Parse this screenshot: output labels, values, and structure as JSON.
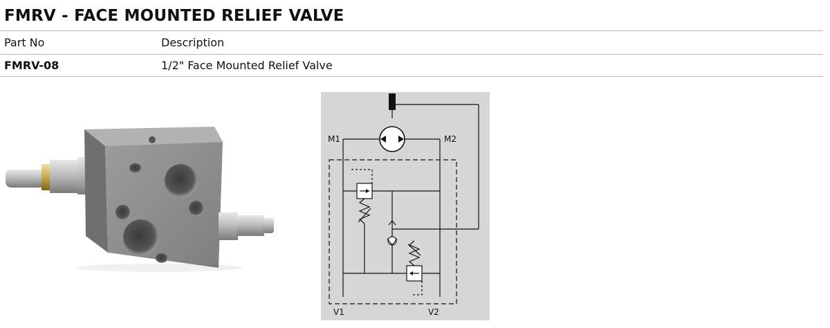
{
  "page": {
    "title": "FMRV - FACE MOUNTED RELIEF VALVE"
  },
  "table": {
    "headers": [
      "Part No",
      "Description"
    ],
    "rows": [
      {
        "part_no": "FMRV-08",
        "description": "1/2\" Face Mounted Relief Valve"
      }
    ]
  },
  "schematic": {
    "ports": {
      "m1": "M1",
      "m2": "M2",
      "v1": "V1",
      "v2": "V2"
    }
  },
  "colors": {
    "rule": "#b7b7b7",
    "schematic_bg": "#d6d6d6",
    "valve_body": "#8e8e8e"
  }
}
